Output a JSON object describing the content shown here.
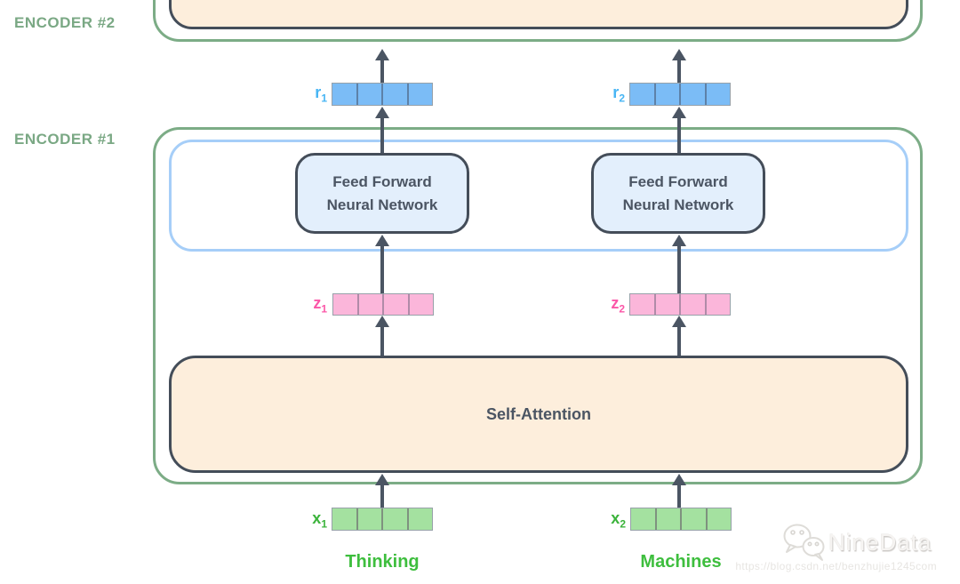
{
  "diagram": {
    "encoder2_label": "ENCODER #2",
    "encoder1_label": "ENCODER #1",
    "feed_forward": {
      "line1": "Feed Forward",
      "line2": "Neural Network"
    },
    "self_attention_label": "Self-Attention",
    "vectors": {
      "r1": {
        "base": "r",
        "sub": "1",
        "cells": 4,
        "fill": "#7bbcf6",
        "label_color": "#47b5f4"
      },
      "r2": {
        "base": "r",
        "sub": "2",
        "cells": 4,
        "fill": "#7bbcf6",
        "label_color": "#47b5f4"
      },
      "z1": {
        "base": "z",
        "sub": "1",
        "cells": 4,
        "fill": "#fbb6da",
        "label_color": "#fb57a8"
      },
      "z2": {
        "base": "z",
        "sub": "2",
        "cells": 4,
        "fill": "#fbb6da",
        "label_color": "#fb57a8"
      },
      "x1": {
        "base": "x",
        "sub": "1",
        "cells": 4,
        "fill": "#a4e1a0",
        "label_color": "#3bb33b"
      },
      "x2": {
        "base": "x",
        "sub": "2",
        "cells": 4,
        "fill": "#a4e1a0",
        "label_color": "#3bb33b"
      }
    },
    "tokens": {
      "word1": "Thinking",
      "word2": "Machines"
    },
    "colors": {
      "encoder_outline": "#7cac86",
      "encoder_label": "#7aa884",
      "ffnn_container_outline": "#a6cef8",
      "ffnn_fill": "#e3effc",
      "attention_fill": "#fdeedc",
      "dark_border": "#444d59",
      "arrow": "#4b5563",
      "token_label": "#3ebe3e"
    }
  },
  "watermark": {
    "brand": "NineData",
    "url": "https://blog.csdn.net/benzhujie1245com"
  }
}
